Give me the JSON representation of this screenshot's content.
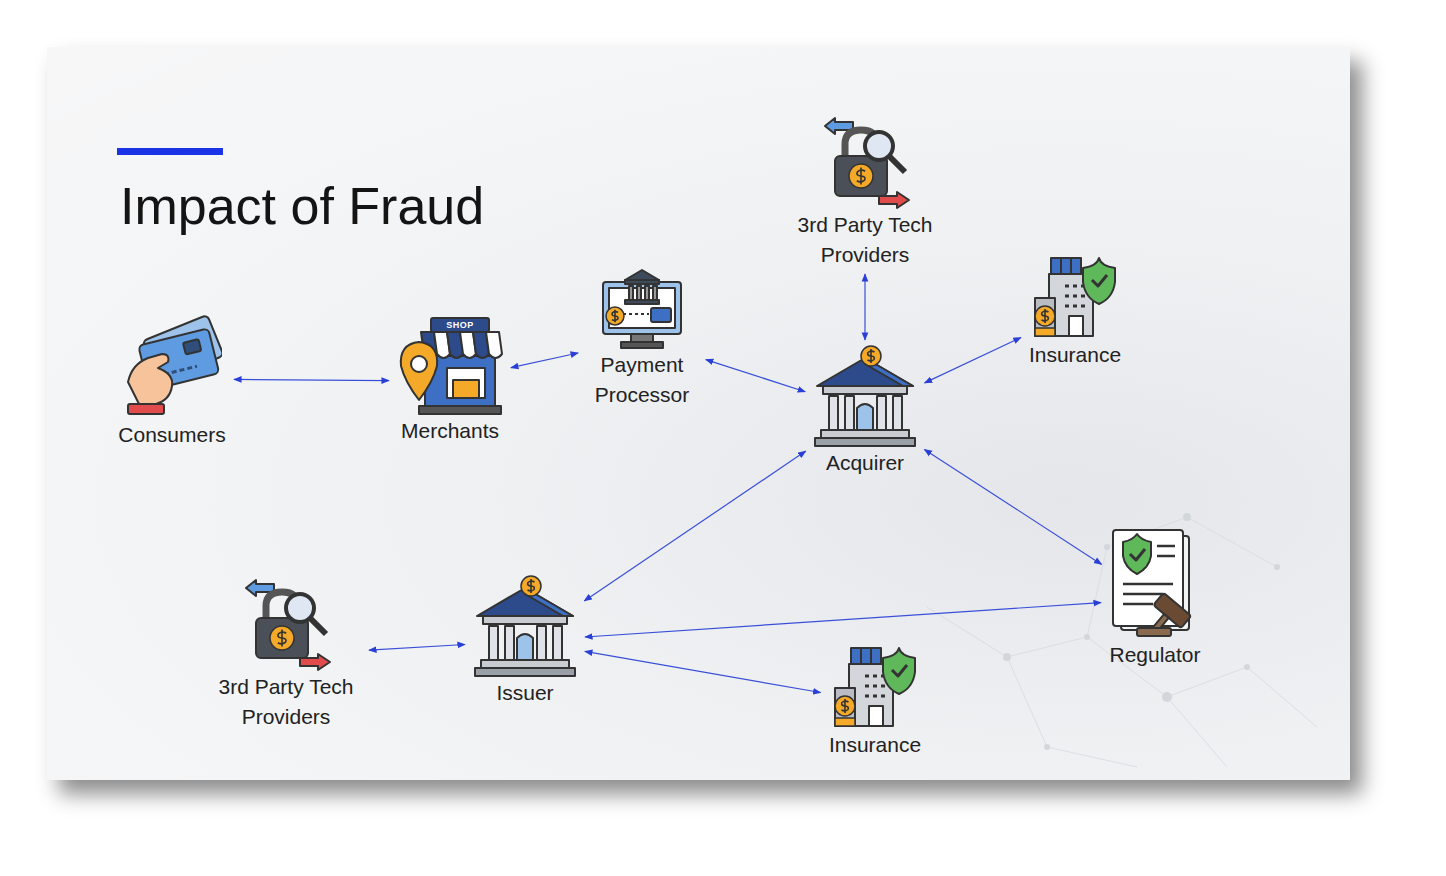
{
  "diagram": {
    "title": "Impact of Fraud",
    "nodes": [
      {
        "text": [
          "3rd Party Tech Providers"
        ]
      },
      {
        "text": [
          "Consumers"
        ]
      },
      {
        "text": [
          "Merchants"
        ]
      },
      {
        "text": [
          "Payment Processor"
        ]
      },
      {
        "text": [
          "Insurance"
        ]
      },
      {
        "text": [
          "Acquirer"
        ]
      },
      {
        "text": [
          "Regulator"
        ]
      },
      {
        "text": [
          "3rd Party Tech Providers"
        ]
      },
      {
        "text": [
          "Issuer"
        ]
      },
      {
        "text": [
          "Insurance"
        ]
      }
    ],
    "edges": [
      {
        "from": 1,
        "to": 2,
        "arrow": "both"
      },
      {
        "from": 2,
        "to": 3,
        "arrow": "both"
      },
      {
        "from": 3,
        "to": 5,
        "arrow": "both"
      },
      {
        "from": 0,
        "to": 5,
        "arrow": "both"
      },
      {
        "from": 4,
        "to": 5,
        "arrow": "both"
      },
      {
        "from": 5,
        "to": 6,
        "arrow": "both"
      },
      {
        "from": 5,
        "to": 8,
        "arrow": "both"
      },
      {
        "from": 8,
        "to": 6,
        "arrow": "both"
      },
      {
        "from": 7,
        "to": 8,
        "arrow": "both"
      },
      {
        "from": 8,
        "to": 9,
        "arrow": "both"
      }
    ],
    "labels": [
      "SHOP"
    ]
  }
}
